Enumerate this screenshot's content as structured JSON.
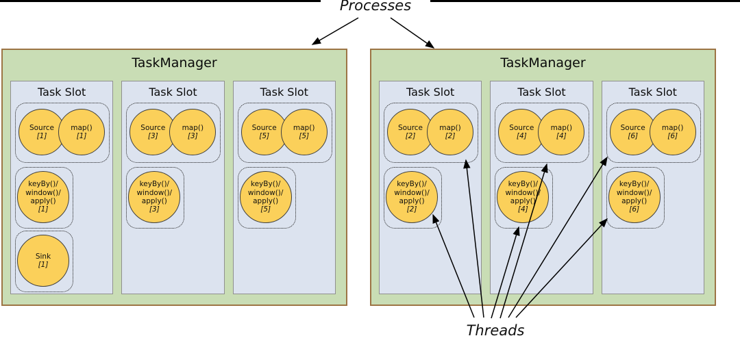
{
  "annotations": {
    "top_label": "Processes",
    "bottom_label": "Threads"
  },
  "colors": {
    "taskmanager_bg": "#c9ddb5",
    "taskmanager_border": "#9c7444",
    "slot_bg": "#dce3ef",
    "slot_border": "#8f8f8f",
    "circle_fill": "#fbd05a",
    "circle_border": "#3f3f3f",
    "arrow": "#000000"
  },
  "taskmanagers": [
    {
      "title": "TaskManager",
      "slots": [
        {
          "title": "Task Slot",
          "source": {
            "label": "Source",
            "idx": "[1]"
          },
          "map": {
            "label": "map()",
            "idx": "[1]"
          },
          "keyby": {
            "l1": "keyBy()/",
            "l2": "window()/",
            "l3": "apply()",
            "idx": "[1]"
          },
          "sink": {
            "label": "Sink",
            "idx": "[1]"
          }
        },
        {
          "title": "Task Slot",
          "source": {
            "label": "Source",
            "idx": "[3]"
          },
          "map": {
            "label": "map()",
            "idx": "[3]"
          },
          "keyby": {
            "l1": "keyBy()/",
            "l2": "window()/",
            "l3": "apply()",
            "idx": "[3]"
          }
        },
        {
          "title": "Task Slot",
          "source": {
            "label": "Source",
            "idx": "[5]"
          },
          "map": {
            "label": "map()",
            "idx": "[5]"
          },
          "keyby": {
            "l1": "keyBy()/",
            "l2": "window()/",
            "l3": "apply()",
            "idx": "[5]"
          }
        }
      ]
    },
    {
      "title": "TaskManager",
      "slots": [
        {
          "title": "Task Slot",
          "source": {
            "label": "Source",
            "idx": "[2]"
          },
          "map": {
            "label": "map()",
            "idx": "[2]"
          },
          "keyby": {
            "l1": "keyBy()/",
            "l2": "window()/",
            "l3": "apply()",
            "idx": "[2]"
          }
        },
        {
          "title": "Task Slot",
          "source": {
            "label": "Source",
            "idx": "[4]"
          },
          "map": {
            "label": "map()",
            "idx": "[4]"
          },
          "keyby": {
            "l1": "keyBy()/",
            "l2": "window()/",
            "l3": "apply()",
            "idx": "[4]"
          }
        },
        {
          "title": "Task Slot",
          "source": {
            "label": "Source",
            "idx": "[6]"
          },
          "map": {
            "label": "map()",
            "idx": "[6]"
          },
          "keyby": {
            "l1": "keyBy()/",
            "l2": "window()/",
            "l3": "apply()",
            "idx": "[6]"
          }
        }
      ]
    }
  ]
}
